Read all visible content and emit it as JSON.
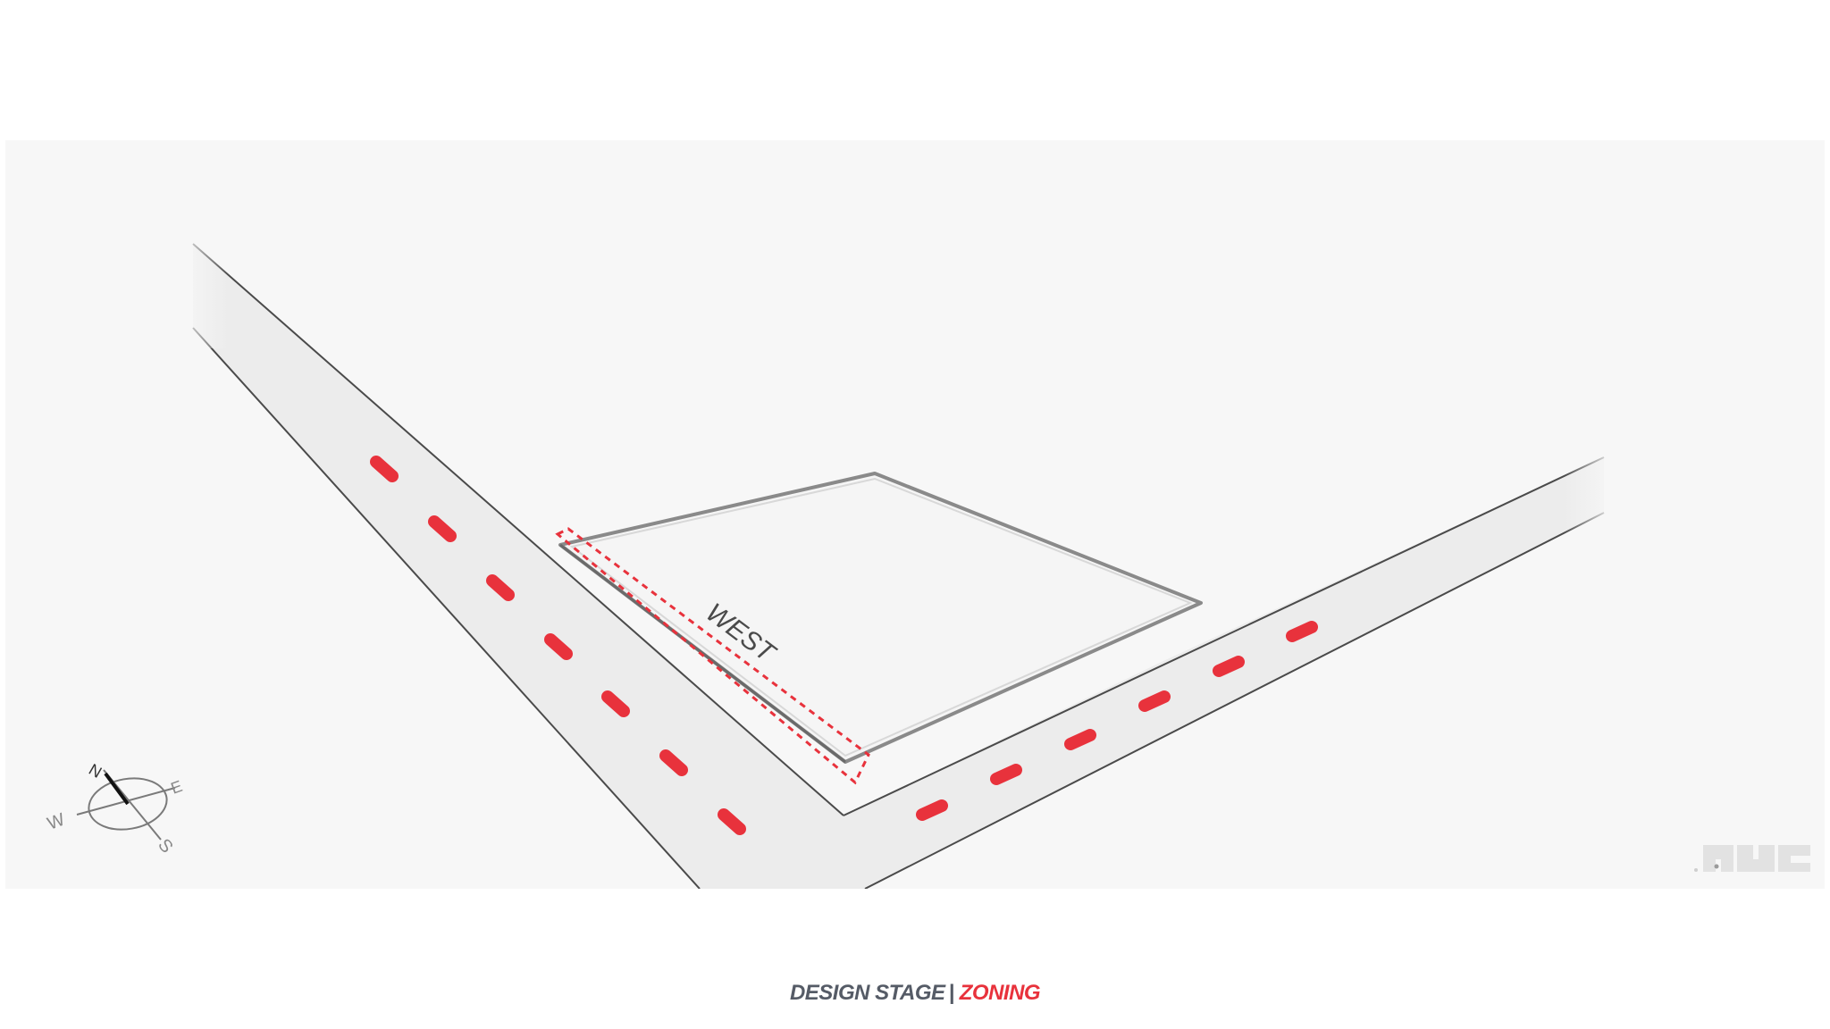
{
  "diagram": {
    "site_label": "WEST",
    "compass": {
      "north": "N",
      "east": "E",
      "south": "S",
      "west": "W"
    },
    "colors": {
      "panel": "#f7f7f7",
      "road": "#ececec",
      "road_edge": "#4a4a4a",
      "lane_marking": "#e8323c",
      "highlight": "#e8323c",
      "site_fill": "#f5f5f5",
      "site_edge": "#8a8a8a"
    }
  },
  "caption": {
    "stage": "DESIGN STAGE",
    "separator": "|",
    "topic": "ZONING"
  },
  "watermark": {
    "icon": "brand-logo-icon"
  }
}
